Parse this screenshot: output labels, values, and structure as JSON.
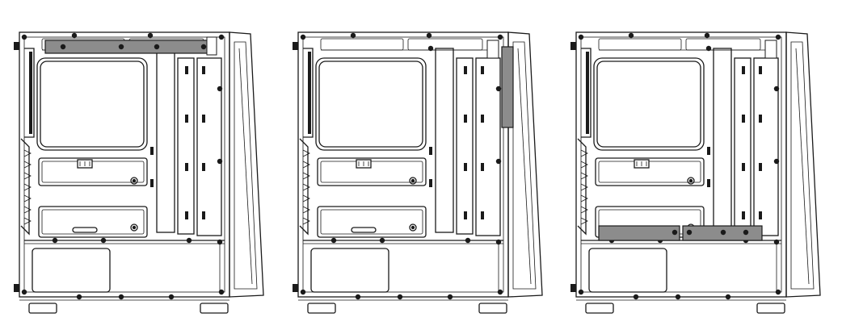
{
  "diagram": {
    "panels": [
      {
        "highlight": "top-radiator-mount"
      },
      {
        "highlight": "front-radiator-mount"
      },
      {
        "highlight": "psu-shroud-mount"
      }
    ],
    "colors": {
      "line": "#1a1a1a",
      "background": "#ffffff",
      "highlight": "#8c8c8c"
    }
  }
}
